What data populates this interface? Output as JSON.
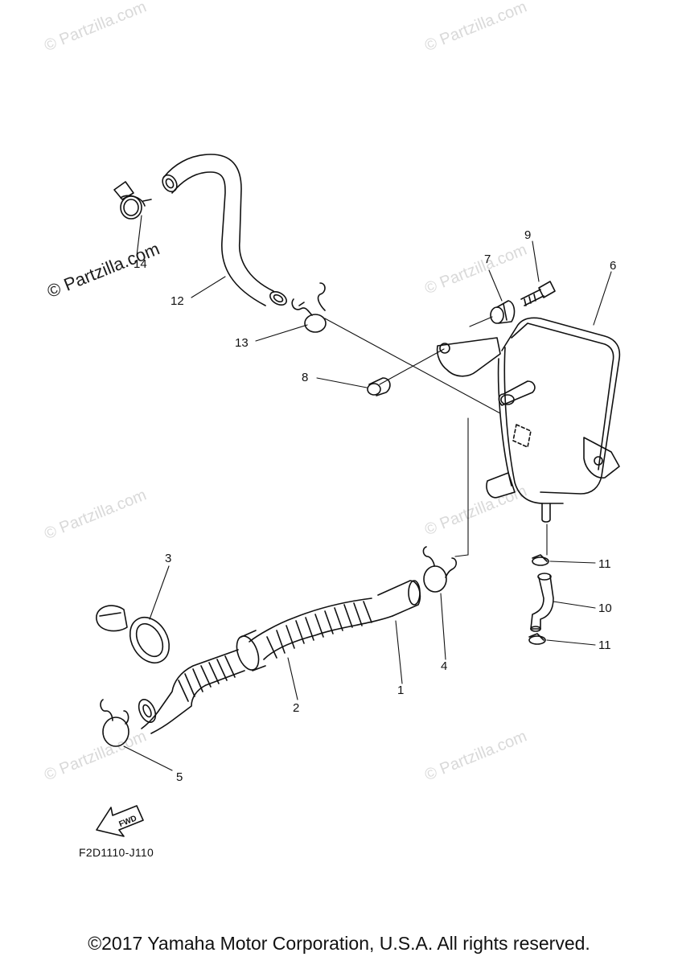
{
  "watermark": "© Partzilla.com",
  "callouts": {
    "c1": "1",
    "c2": "2",
    "c3": "3",
    "c4": "4",
    "c5": "5",
    "c6": "6",
    "c7": "7",
    "c8": "8",
    "c9": "9",
    "c10": "10",
    "c11a": "11",
    "c11b": "11",
    "c12": "12",
    "c13": "13",
    "c14": "14"
  },
  "fwd_label": "FWD",
  "diagram_code": "F2D1110-J110",
  "copyright": "©2017 Yamaha Motor Corporation, U.S.A. All rights reserved."
}
